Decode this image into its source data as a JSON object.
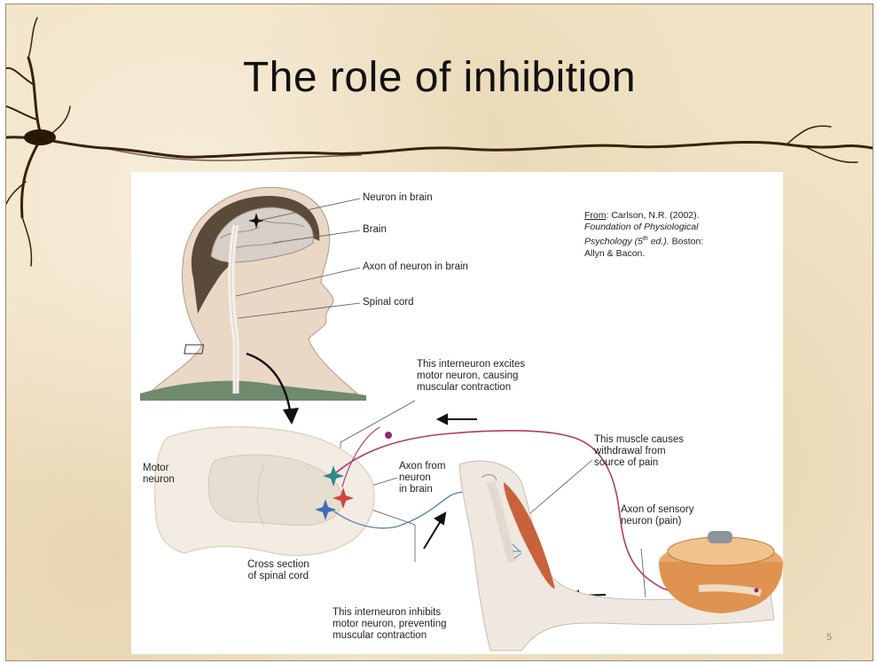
{
  "slide": {
    "title": "The role of inhibition",
    "page_number": "5"
  },
  "citation": {
    "from_label": "From",
    "line1_rest": ": Carlson, N.R. (2002).",
    "line2": "Foundation of Physiological",
    "line3_a": "Psychology (5",
    "line3_sup": "th",
    "line3_b": " ed.).",
    "line3_c": " Boston:",
    "line4": "Allyn & Bacon."
  },
  "labels": {
    "neuron_in_brain": "Neuron in brain",
    "brain": "Brain",
    "axon_of_neuron_in_brain": "Axon of neuron in brain",
    "spinal_cord": "Spinal cord",
    "excite_1": "This interneuron excites",
    "excite_2": "motor neuron, causing",
    "excite_3": "muscular contraction",
    "muscle_1": "This muscle causes",
    "muscle_2": "withdrawal from",
    "muscle_3": "source of pain",
    "motor_1": "Motor",
    "motor_2": "neuron",
    "axon_from_1": "Axon from",
    "axon_from_2": "neuron",
    "axon_from_3": "in brain",
    "sensory_1": "Axon of sensory",
    "sensory_2": "neuron (pain)",
    "cross_1": "Cross section",
    "cross_2": "of spinal cord",
    "inhibit_1": "This interneuron inhibits",
    "inhibit_2": "motor neuron, preventing",
    "inhibit_3": "muscular contraction"
  },
  "colors": {
    "background": "#f1e3c6",
    "neuron_teal": "#2e8b8b",
    "neuron_red": "#d0453a",
    "neuron_blue": "#3b6fb5",
    "axon_pink": "#b03a73",
    "muscle": "#c8623c"
  }
}
